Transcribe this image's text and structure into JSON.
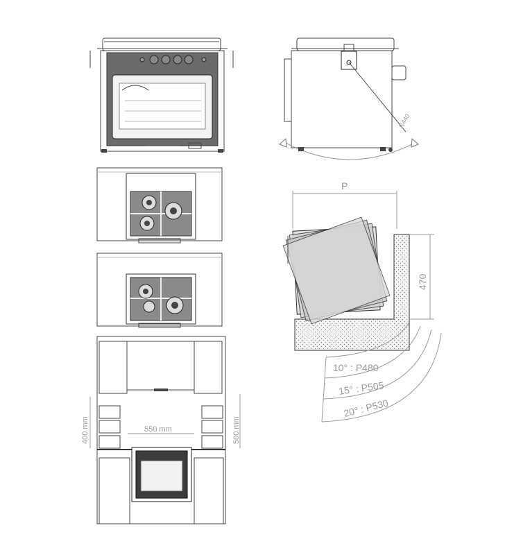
{
  "side_view": {
    "radius_label": "R440"
  },
  "tilt_view": {
    "depth_label": "P",
    "height_label": "470"
  },
  "tilt_table": [
    {
      "text": "10° : P480"
    },
    {
      "text": "15° : P505"
    },
    {
      "text": "20° : P530"
    }
  ],
  "cabinet_view": {
    "width_label": "550 mm",
    "left_height_label": "400 mm",
    "right_height_label": "500 mm"
  },
  "colors": {
    "stove_body": "#6b6b6b",
    "oven_glass": "#f2f2f2",
    "tilt_panel": "#d9d9d9",
    "hatch": "#e6e6e6"
  }
}
